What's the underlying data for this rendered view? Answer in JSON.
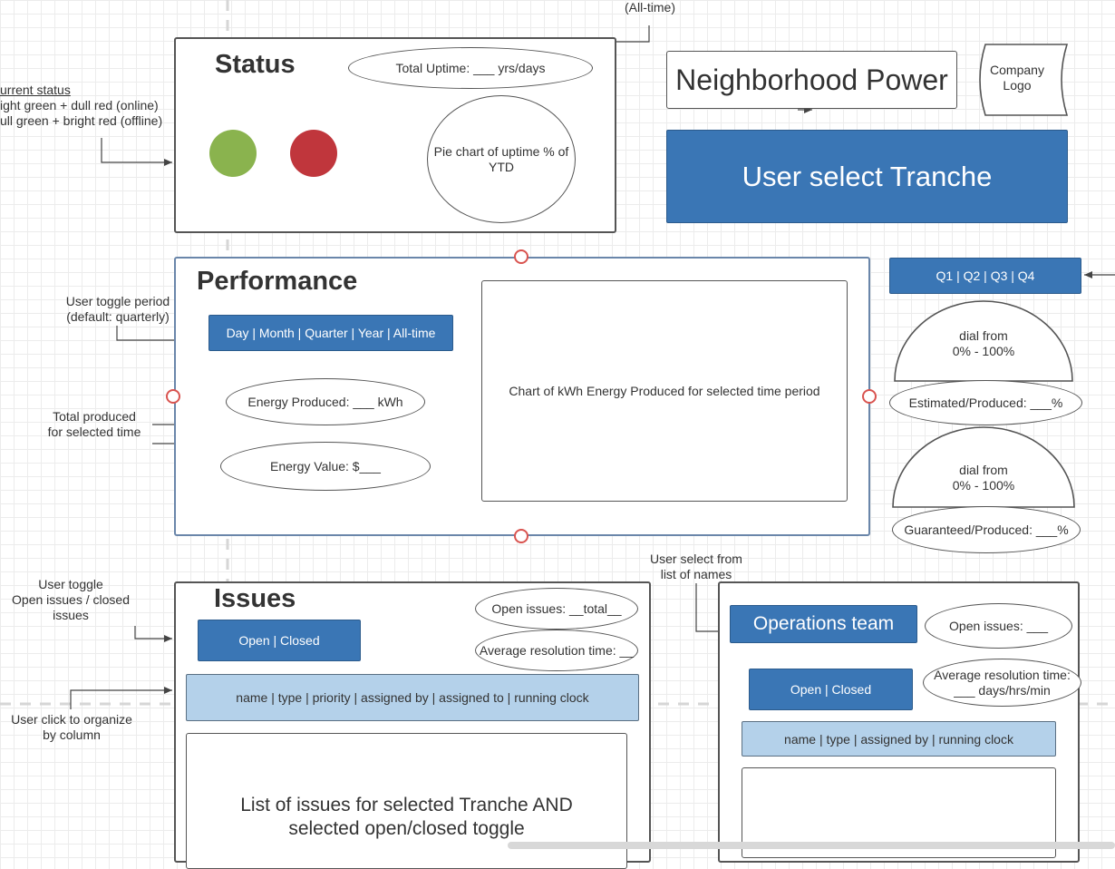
{
  "annotations": {
    "all_time": "(All-time)",
    "current_status_title": "urrent status",
    "current_status_line1": "ight green + dull red (online)",
    "current_status_line2": "ull green + bright red (offline)",
    "toggle_period_line1": "User toggle period",
    "toggle_period_line2": "(default: quarterly)",
    "total_produced_line1": "Total produced",
    "total_produced_line2": "for selected time",
    "issues_toggle_line1": "User toggle",
    "issues_toggle_line2": "Open issues / closed",
    "issues_toggle_line3": "issues",
    "click_organize_line1": "User click to organize",
    "click_organize_line2": "by column",
    "select_names_line1": "User select from",
    "select_names_line2": "list of names"
  },
  "header": {
    "title": "Neighborhood Power",
    "logo_line1": "Company",
    "logo_line2": "Logo",
    "tranche_button": "User select Tranche"
  },
  "status": {
    "heading": "Status",
    "total_uptime": "Total Uptime: ___ yrs/days",
    "pie_line1": "Pie chart of uptime % of",
    "pie_line2": "YTD",
    "colors": {
      "online": "#8ab34e",
      "offline": "#c0363c"
    }
  },
  "performance": {
    "heading": "Performance",
    "period_toggle": "Day | Month | Quarter | Year | All-time",
    "energy_produced": "Energy Produced: ___ kWh",
    "energy_value": "Energy Value: $___",
    "chart_label": "Chart of kWh Energy Produced for selected time period"
  },
  "side": {
    "quarters": "Q1  |  Q2  |  Q3  |  Q4",
    "dial1_line1": "dial from",
    "dial1_line2": "0% - 100%",
    "estimated": "Estimated/Produced: ___%",
    "dial2_line1": "dial from",
    "dial2_line2": "0% - 100%",
    "guaranteed": "Guaranteed/Produced: ___%"
  },
  "issues": {
    "heading": "Issues",
    "open_issues": "Open issues: __total__",
    "avg_resolution": "Average resolution time: __",
    "toggle": "Open  |  Closed",
    "columns": "name  |  type  |  priority  |  assigned by  |  assigned to  |  running clock",
    "list_line1": "List of issues for selected Tranche AND",
    "list_line2": "selected open/closed toggle"
  },
  "operations": {
    "team_button": "Operations team",
    "open_issues": "Open issues: ___",
    "avg_line1": "Average resolution time:",
    "avg_line2": "___ days/hrs/min",
    "toggle": "Open  |  Closed",
    "columns": "name | type | assigned by |  running clock"
  },
  "theme": {
    "accent": "#3a76b5",
    "header_row": "#b4d1ea",
    "selection": "#d9534f"
  }
}
